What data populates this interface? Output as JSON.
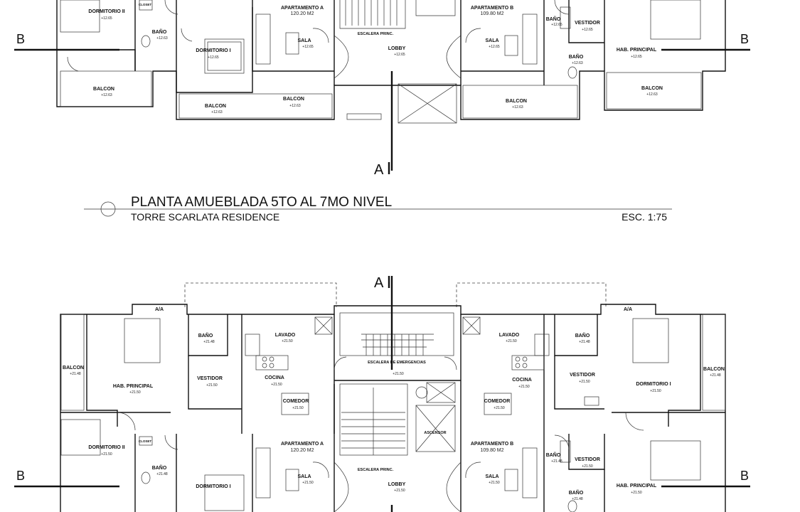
{
  "plan1": {
    "title": "PLANTA AMUEBLADA 5TO AL 7MO NIVEL",
    "subtitle": "TORRE SCARLATA RESIDENCE",
    "scale": "ESC. 1:75",
    "rooms": {
      "dorm2": "DORMITORIO II",
      "closet": "CLOSET",
      "bano_a": "BAÑO",
      "dorm1": "DORMITORIO I",
      "apt_a": "APARTAMENTO A",
      "apt_a_area": "120.20 M2",
      "sala_a": "SALA",
      "escalera": "ESCALERA PRINC.",
      "lobby": "LOBBY",
      "apt_b": "APARTAMENTO B",
      "apt_b_area": "109.80 M2",
      "sala_b": "SALA",
      "bano_b": "BAÑO",
      "vestidor_b": "VESTIDOR",
      "bano_b2": "BAÑO",
      "hab_b": "HAB. PRINCIPAL",
      "balcon_1": "BALCON",
      "balcon_2": "BALCON",
      "balcon_3": "BALCON",
      "balcon_4": "BALCON",
      "balcon_5": "BALCON"
    },
    "levels": {
      "l1": "+12.65",
      "l2": "+12.63",
      "l3": "+12.65",
      "l4": "+12.65",
      "l5": "+12.65",
      "l6": "+12.63"
    },
    "cut_a": "A",
    "cut_b_left": "B",
    "cut_b_right": "B"
  },
  "plan2": {
    "rooms": {
      "aa_left": "A/A",
      "aa_right": "A/A",
      "bano_top_a": "BAÑO",
      "lavado_a": "LAVADO",
      "balcon_left": "BALCON",
      "hab_a": "HAB. PRINCIPAL",
      "vestidor_a": "VESTIDOR",
      "cocina_a": "COCINA",
      "comedor_a": "COMEDOR",
      "escalera_emerg": "ESCALERA DE EMERGENCIAS",
      "lavado_b": "LAVADO",
      "bano_top_b": "BAÑO",
      "cocina_b": "COCINA",
      "vestidor_b_top": "VESTIDOR",
      "dorm1_b": "DORMITORIO I",
      "balcon_right": "BALCON",
      "comedor_b": "COMEDOR",
      "ascensor": "ASCENSOR",
      "dorm2": "DORMITORIO II",
      "closet": "CLOSET",
      "bano_a": "BAÑO",
      "dorm1": "DORMITORIO I",
      "apt_a": "APARTAMENTO A",
      "apt_a_area": "120.20 M2",
      "sala_a": "SALA",
      "escalera": "ESCALERA PRINC.",
      "lobby": "LOBBY",
      "apt_b": "APARTAMENTO B",
      "apt_b_area": "109.80 M2",
      "sala_b": "SALA",
      "bano_b": "BAÑO",
      "vestidor_b": "VESTIDOR",
      "bano_b2": "BAÑO",
      "hab_b": "HAB. PRINCIPAL"
    },
    "levels": {
      "l1": "+21.48",
      "l2": "+21.50",
      "l3": "+21.50",
      "l4": "+21.48"
    },
    "cut_a": "A",
    "cut_b_left": "B",
    "cut_b_right": "B"
  }
}
